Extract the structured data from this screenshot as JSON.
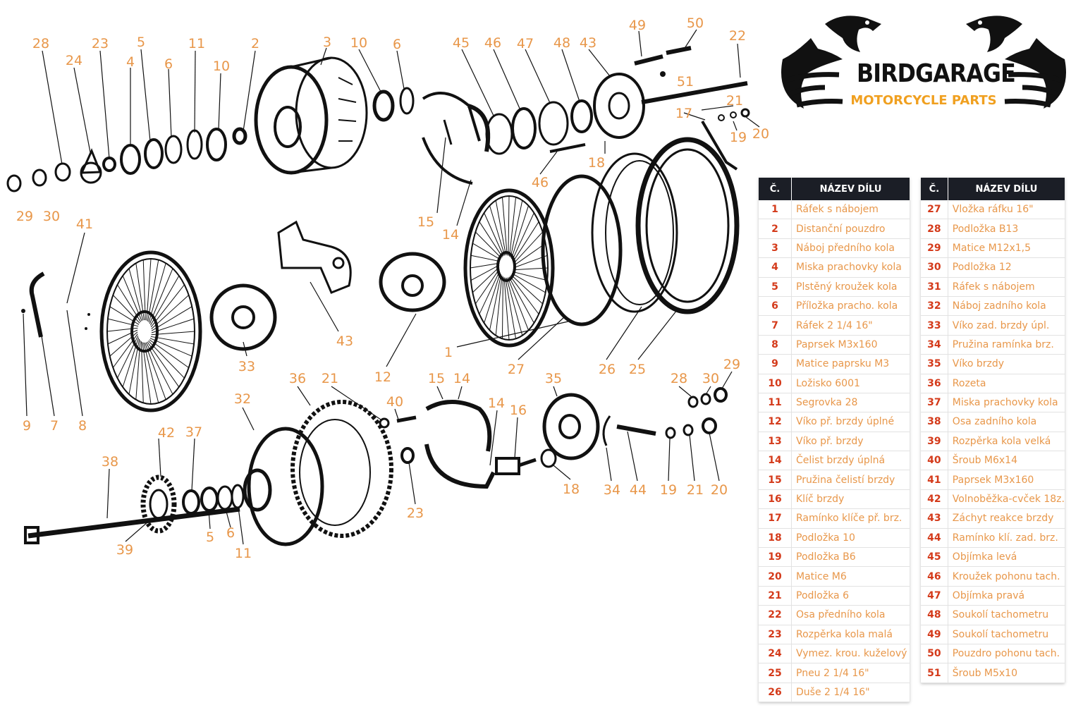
{
  "brand": {
    "title": "BIRDGARAGE",
    "subtitle": "MOTORCYCLE PARTS",
    "logo_icon": "eagle-head-icon",
    "colors": {
      "title": "#111111",
      "subtitle": "#f0a020"
    }
  },
  "table_headers": {
    "number": "Č.",
    "name": "NÁZEV DÍLU"
  },
  "colors": {
    "callout": "#e8974a",
    "table_number": "#d43a1a",
    "table_name": "#e8974a",
    "header_bg": "#1b1e26"
  },
  "callouts": [
    "28",
    "23",
    "5",
    "11",
    "2",
    "3",
    "10",
    "6",
    "45",
    "46",
    "47",
    "48",
    "43",
    "49",
    "50",
    "22",
    "24",
    "4",
    "6",
    "10",
    "51",
    "21",
    "17",
    "19",
    "20",
    "29",
    "30",
    "18",
    "46",
    "41",
    "15",
    "14",
    "43",
    "1",
    "27",
    "26",
    "25",
    "33",
    "12",
    "9",
    "7",
    "8",
    "36",
    "21",
    "15",
    "14",
    "35",
    "28",
    "30",
    "29",
    "32",
    "40",
    "14",
    "16",
    "42",
    "37",
    "38",
    "23",
    "18",
    "34",
    "44",
    "19",
    "21",
    "20",
    "5",
    "6",
    "11",
    "39"
  ],
  "parts_left": [
    {
      "num": "1",
      "name": "Ráfek s nábojem"
    },
    {
      "num": "2",
      "name": "Distanční pouzdro"
    },
    {
      "num": "3",
      "name": "Náboj předního kola"
    },
    {
      "num": "4",
      "name": "Miska prachovky kola"
    },
    {
      "num": "5",
      "name": "Plstěný kroužek kola"
    },
    {
      "num": "6",
      "name": "Příložka pracho. kola"
    },
    {
      "num": "7",
      "name": "Ráfek 2 1/4 16\""
    },
    {
      "num": "8",
      "name": "Paprsek M3x160"
    },
    {
      "num": "9",
      "name": "Matice paprsku M3"
    },
    {
      "num": "10",
      "name": "Ložisko 6001"
    },
    {
      "num": "11",
      "name": "Segrovka 28"
    },
    {
      "num": "12",
      "name": "Víko př. brzdy úplné"
    },
    {
      "num": "13",
      "name": "Víko př. brzdy"
    },
    {
      "num": "14",
      "name": "Čelist brzdy úplná"
    },
    {
      "num": "15",
      "name": "Pružina čelistí brzdy"
    },
    {
      "num": "16",
      "name": "Klíč brzdy"
    },
    {
      "num": "17",
      "name": "Ramínko klíče př. brz."
    },
    {
      "num": "18",
      "name": "Podložka 10"
    },
    {
      "num": "19",
      "name": "Podložka B6"
    },
    {
      "num": "20",
      "name": "Matice M6"
    },
    {
      "num": "21",
      "name": "Podložka 6"
    },
    {
      "num": "22",
      "name": "Osa předního kola"
    },
    {
      "num": "23",
      "name": "Rozpěrka kola malá"
    },
    {
      "num": "24",
      "name": "Vymez. krou. kuželový"
    },
    {
      "num": "25",
      "name": "Pneu 2 1/4 16\""
    },
    {
      "num": "26",
      "name": "Duše 2 1/4 16\""
    }
  ],
  "parts_right": [
    {
      "num": "27",
      "name": "Vložka ráfku 16\""
    },
    {
      "num": "28",
      "name": "Podložka B13"
    },
    {
      "num": "29",
      "name": "Matice M12x1,5"
    },
    {
      "num": "30",
      "name": "Podložka 12"
    },
    {
      "num": "31",
      "name": "Ráfek s nábojem"
    },
    {
      "num": "32",
      "name": "Náboj zadního kola"
    },
    {
      "num": "33",
      "name": "Víko zad. brzdy úpl."
    },
    {
      "num": "34",
      "name": "Pružina ramínka brz."
    },
    {
      "num": "35",
      "name": "Víko brzdy"
    },
    {
      "num": "36",
      "name": "Rozeta"
    },
    {
      "num": "37",
      "name": "Miska prachovky kola"
    },
    {
      "num": "38",
      "name": "Osa zadního kola"
    },
    {
      "num": "39",
      "name": "Rozpěrka kola velká"
    },
    {
      "num": "40",
      "name": "Šroub M6x14"
    },
    {
      "num": "41",
      "name": "Paprsek M3x160"
    },
    {
      "num": "42",
      "name": "Volnoběžka-cvček 18z."
    },
    {
      "num": "43",
      "name": "Záchyt reakce brzdy"
    },
    {
      "num": "44",
      "name": "Ramínko klí. zad. brz."
    },
    {
      "num": "45",
      "name": "Objímka levá"
    },
    {
      "num": "46",
      "name": "Kroužek pohonu tach."
    },
    {
      "num": "47",
      "name": "Objímka pravá"
    },
    {
      "num": "48",
      "name": "Soukolí tachometru"
    },
    {
      "num": "49",
      "name": "Soukolí tachometru"
    },
    {
      "num": "50",
      "name": "Pouzdro pohonu tach."
    },
    {
      "num": "51",
      "name": "Šroub M5x10"
    }
  ]
}
